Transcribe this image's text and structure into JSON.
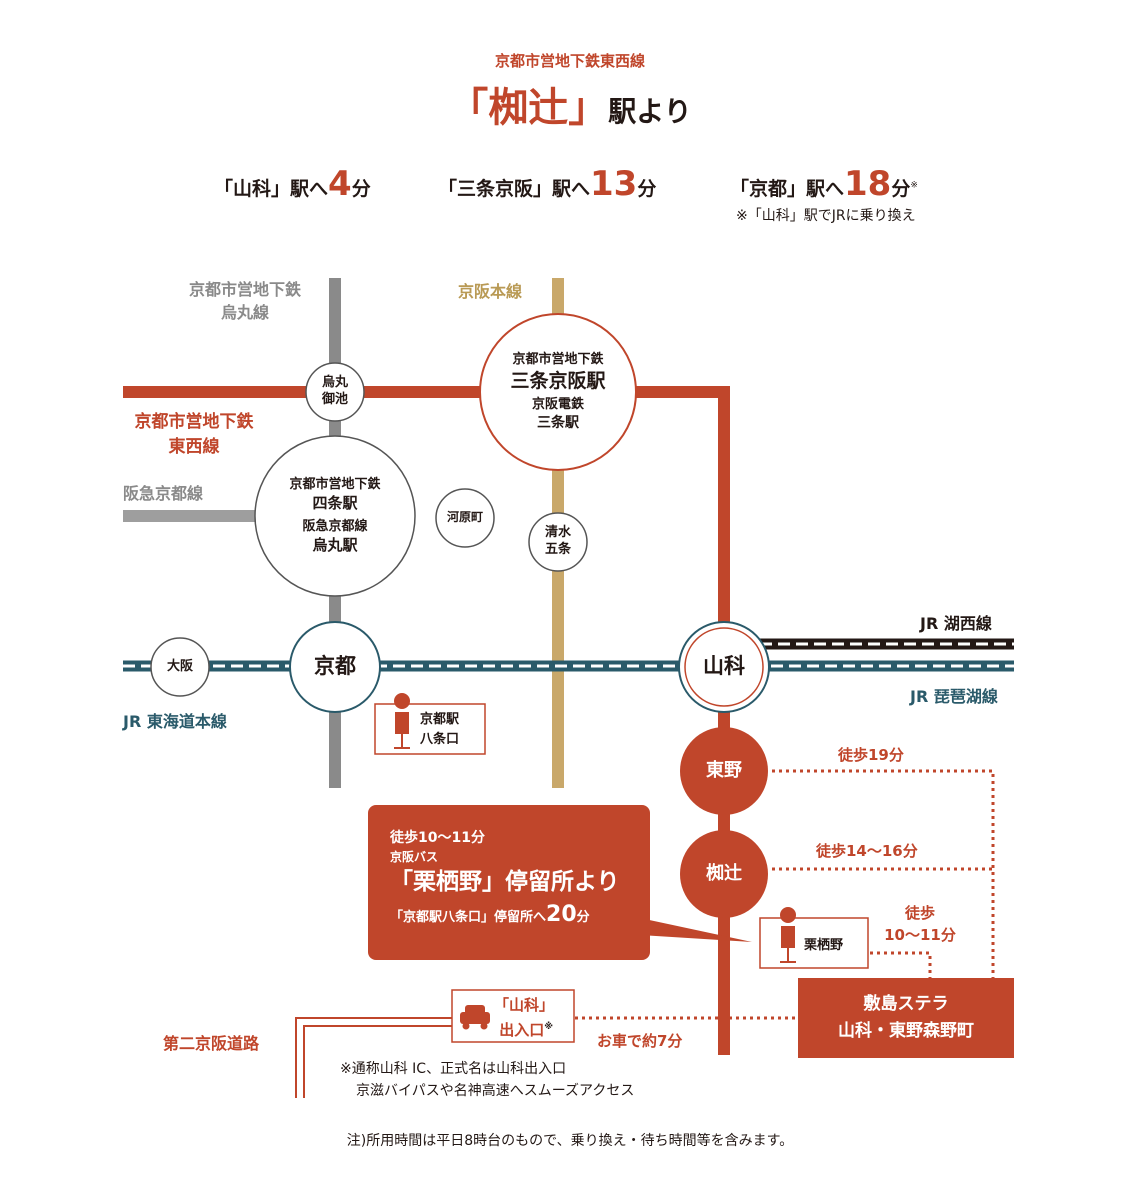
{
  "header": {
    "line_name": "京都市営地下鉄東西線",
    "station_open": "「",
    "station_name": "椥辻",
    "station_close": "」",
    "station_suffix": "駅より",
    "times": [
      {
        "label": "「山科」駅へ",
        "num": "4",
        "unit": "分",
        "mark": ""
      },
      {
        "label": "「三条京阪」駅へ",
        "num": "13",
        "unit": "分",
        "mark": ""
      },
      {
        "label": "「京都」駅へ",
        "num": "18",
        "unit": "分",
        "mark": "※"
      }
    ],
    "transfer_note": "※「山科」駅でJRに乗り換え"
  },
  "lines": {
    "karasuma": [
      "京都市営地下鉄",
      "烏丸線"
    ],
    "keihan": "京阪本線",
    "tozai": [
      "京都市営地下鉄",
      "東西線"
    ],
    "hankyu": "阪急京都線",
    "jr_kosei": "JR 湖西線",
    "jr_biwako": "JR 琵琶湖線",
    "jr_tokaido": "JR 東海道本線",
    "meishin2": "第二京阪道路"
  },
  "stations": {
    "karasuma_oike": [
      "烏丸",
      "御池"
    ],
    "sanjo": [
      "京都市営地下鉄",
      "三条京阪駅",
      "京阪電鉄",
      "三条駅"
    ],
    "shijo": [
      "京都市営地下鉄",
      "四条駅",
      "阪急京都線",
      "烏丸駅"
    ],
    "kawaramachi": "河原町",
    "kiyomizu": [
      "清水",
      "五条"
    ],
    "osaka": "大阪",
    "kyoto": "京都",
    "yamashina": "山科",
    "higashino": "東野",
    "nagitsuji": "椥辻"
  },
  "bus_stops": {
    "kyoto_hachijo": [
      "京都駅",
      "八条口"
    ],
    "kurisuno": "栗栖野"
  },
  "walk": {
    "higashino": "徒歩19分",
    "nagitsuji": "徒歩14〜16分",
    "kurisuno": [
      "徒歩",
      "10〜11分"
    ]
  },
  "bus_box": {
    "walk": "徒歩10〜11分",
    "company": "京阪バス",
    "stop": "「栗栖野」停留所より",
    "dest": "「京都駅八条口」停留所へ",
    "time_num": "20",
    "time_unit": "分"
  },
  "destination": [
    "敷島ステラ",
    "山科・東野森野町"
  ],
  "ic": {
    "name": [
      "「山科」",
      "出入口"
    ],
    "mark": "※",
    "car_time": "お車で約7分",
    "note": [
      "※通称山科 IC、正式名は山科出入口",
      "京滋バイパスや名神高速へスムーズアクセス"
    ]
  },
  "footnote": "注)所用時間は平日8時台のもので、乗り換え・待ち時間等を含みます。",
  "colors": {
    "accent": "#c0462b",
    "karasuma": "#8a8a8a",
    "keihan": "#c9a86a",
    "jr_tokaido": "#2a5a6a",
    "jr_kosei": "#231815"
  }
}
